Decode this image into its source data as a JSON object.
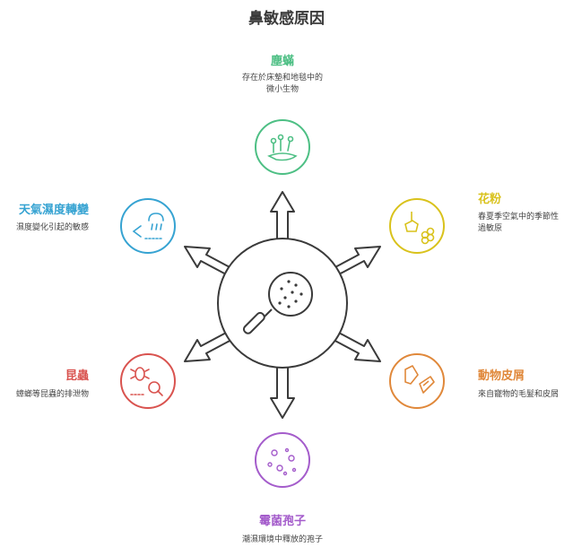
{
  "title": "鼻敏感原因",
  "colors": {
    "dust_mite": "#4dbf84",
    "pollen": "#d9c21c",
    "pet": "#e0883a",
    "mold": "#a45ccb",
    "insect": "#d9534f",
    "weather": "#36a3d2",
    "hub": "#3a3a3a"
  },
  "causes": {
    "dust_mite": {
      "label": "塵蟎",
      "desc_line1": "存在於床墊和地毯中的",
      "desc_line2": "微小生物"
    },
    "pollen": {
      "label": "花粉",
      "desc_line1": "春夏季空氣中的季節性",
      "desc_line2": "過敏原"
    },
    "pet": {
      "label": "動物皮屑",
      "desc_line1": "來自寵物的毛髮和皮屑"
    },
    "mold": {
      "label": "霉菌孢子",
      "desc_line1": "潮濕環境中釋放的孢子"
    },
    "insect": {
      "label": "昆蟲",
      "desc_line1": "蟑螂等昆蟲的排泄物"
    },
    "weather": {
      "label": "天氣濕度轉變",
      "desc_line1": "濕度變化引起的敏感"
    }
  }
}
